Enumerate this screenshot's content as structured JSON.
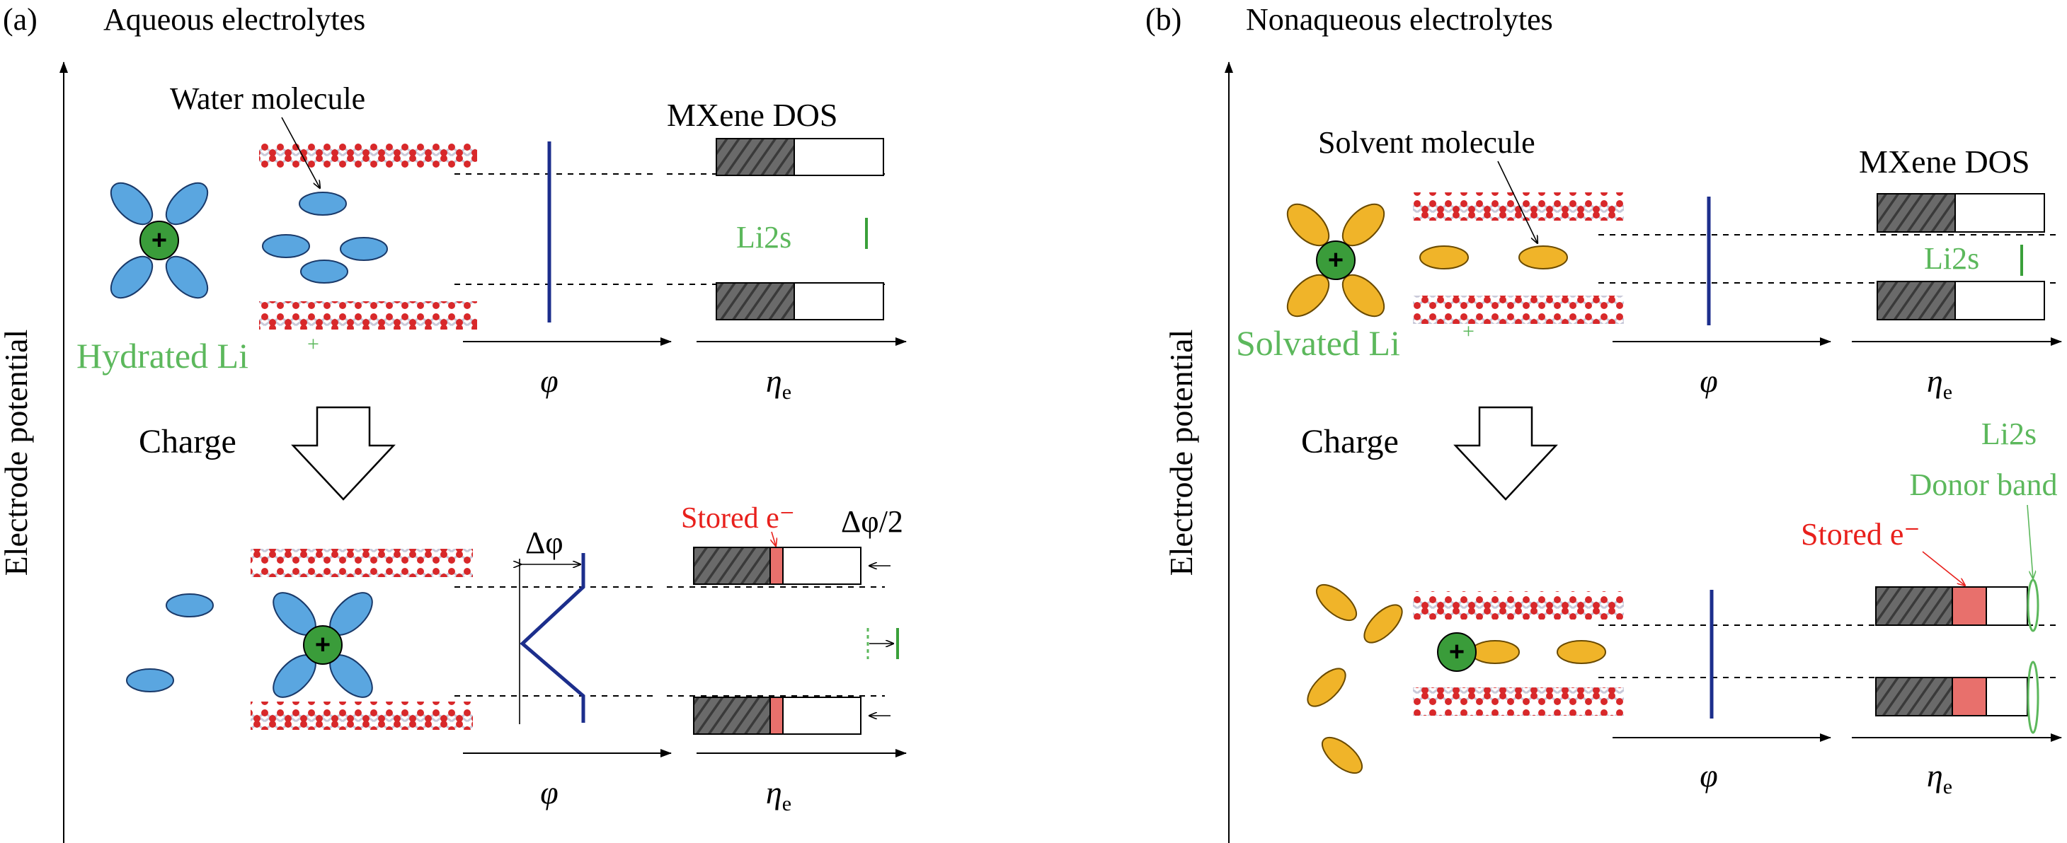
{
  "panel_a": {
    "label": "(a)",
    "title": "Aqueous electrolytes",
    "axis_label": "Electrode potential",
    "molecule_label": "Water molecule",
    "ion_label": "Hydrated Li",
    "ion_charge": "+",
    "dos_label": "MXene DOS",
    "li2s_label": "Li2s",
    "charge_label": "Charge",
    "stored_label": "Stored e⁻",
    "dphi_label": "Δφ",
    "dphi_half_label": "Δφ/2",
    "phi_axis": "φ",
    "eta_axis": "η",
    "eta_sub": "e"
  },
  "panel_b": {
    "label": "(b)",
    "title": "Nonaqueous electrolytes",
    "axis_label": "Electrode potential",
    "molecule_label": "Solvent molecule",
    "ion_label": "Solvated Li",
    "ion_charge": "+",
    "dos_label": "MXene DOS",
    "li2s_label": "Li2s",
    "charge_label": "Charge",
    "li2s_donor_label_1": "Li2s",
    "li2s_donor_label_2": "Donor band",
    "stored_label": "Stored e⁻",
    "phi_axis": "φ",
    "eta_axis": "η",
    "eta_sub": "e"
  },
  "colors": {
    "water_molecule": "#5aa6e0",
    "solvent_molecule": "#f0b429",
    "li_ion": "#3a9c3a",
    "green_text": "#5cb85c",
    "red_text": "#e8201c",
    "potential_line": "#1c2e8c",
    "dos_filled": "#555555",
    "stored_fill": "#e8706c",
    "mxene_red": "#d8282a"
  }
}
